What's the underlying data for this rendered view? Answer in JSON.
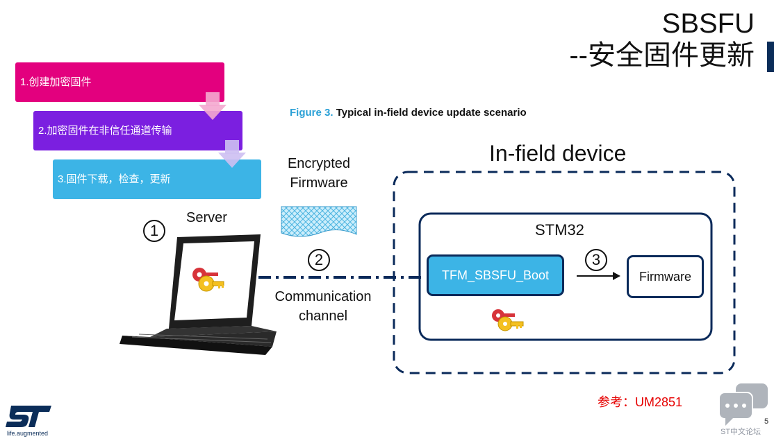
{
  "title": {
    "line1": "SBSFU",
    "line2": "--安全固件更新"
  },
  "steps": [
    {
      "label": "1.创建加密固件",
      "color": "#e3007e"
    },
    {
      "label": "2.加密固件在非信任通道传输",
      "color": "#7b1fe0"
    },
    {
      "label": "3.固件下载，检查，更新",
      "color": "#3cb4e6"
    }
  ],
  "figure": {
    "caption_num": "Figure 3.",
    "caption_text": "Typical in-field device update scenario",
    "server_label": "Server",
    "encrypted_line1": "Encrypted",
    "encrypted_line2": "Firmware",
    "channel_line1": "Communication",
    "channel_line2": "channel",
    "infield_title": "In-field device",
    "stm32_label": "STM32",
    "tfm_label": "TFM_SBSFU_Boot",
    "firmware_label": "Firmware",
    "step_markers": [
      "1",
      "2",
      "3"
    ]
  },
  "footer": {
    "reference": "参考：UM2851",
    "page_number": "5",
    "forum_label": "ST中文论坛",
    "tagline": "life.augmented"
  },
  "colors": {
    "navy": "#0a2a5a",
    "accent_blue": "#3cb4e6",
    "magenta": "#e3007e",
    "purple": "#7b1fe0",
    "red_text": "#e60000"
  }
}
